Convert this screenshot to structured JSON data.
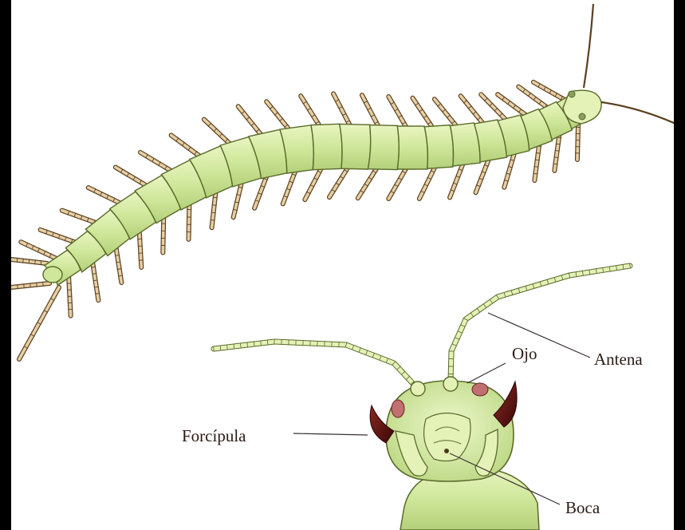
{
  "labels": {
    "ojo": "Ojo",
    "antena": "Antena",
    "forcipula": "Forcípula",
    "boca": "Boca"
  },
  "colors": {
    "body_fill": "#cfe79a",
    "body_light": "#e4f2b8",
    "body_stroke": "#5a6a2a",
    "leg_fill": "#e7cfa4",
    "leg_stroke": "#5a4020",
    "forcipule": "#5a0f0f",
    "pointer_line": "#3a3030",
    "background": "#ffffff"
  },
  "icons": {
    "centipede": "centipede-illustration",
    "head": "centipede-head-closeup"
  }
}
